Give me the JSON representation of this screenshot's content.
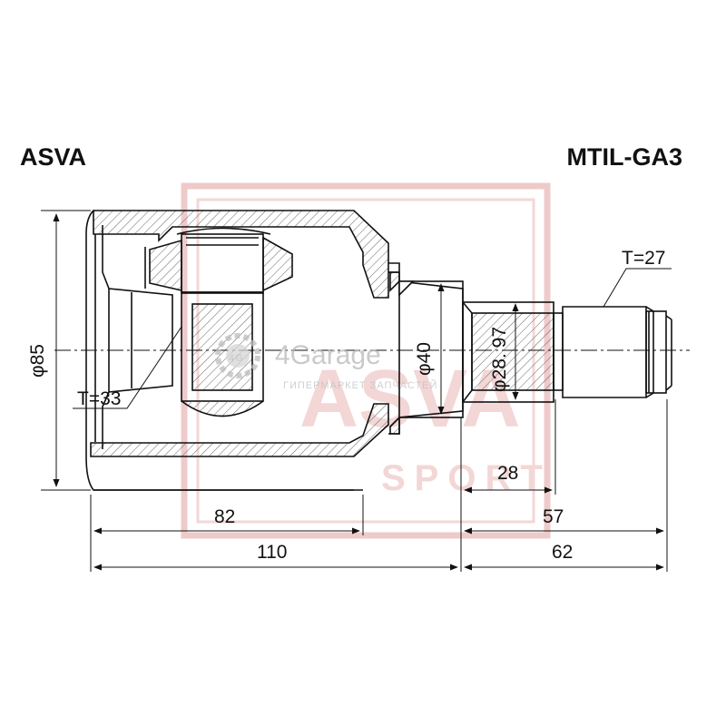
{
  "header": {
    "brand": "ASVA",
    "part_number": "MTIL-GA3"
  },
  "dimensions": {
    "outer_diameter": "φ85",
    "inner_spline_teeth": "T=33",
    "outer_spline_teeth": "T=27",
    "neck_diameter": "φ40",
    "shaft_diameter": "φ28. 97",
    "spline_length": "28",
    "housing_length": "82",
    "shaft_length": "57",
    "body_length": "110",
    "stem_length": "62"
  },
  "watermark": {
    "logo_text": "4Garage",
    "logo_badge": "4G",
    "tagline": "ГИПЕРМАРКЕТ ЗАПЧАСТЕЙ",
    "stamp_text_1": "ASVA",
    "stamp_text_2": "SPORT",
    "stamp_color": "#e2a0a0"
  },
  "colors": {
    "line": "#111111",
    "hatch": "#555555",
    "watermark_gray": "#b9b9b9"
  }
}
